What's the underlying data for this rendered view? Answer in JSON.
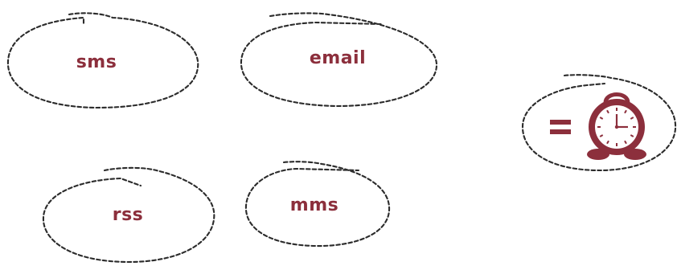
{
  "channels": {
    "sms": "sms",
    "email": "email",
    "rss": "rss",
    "mms": "mms"
  },
  "result": {
    "operator_icon": "equals-icon",
    "icon": "alarm-clock-icon"
  },
  "colors": {
    "label": "#8c2f3c",
    "stroke": "#2b2b2b",
    "background": "#ffffff"
  }
}
